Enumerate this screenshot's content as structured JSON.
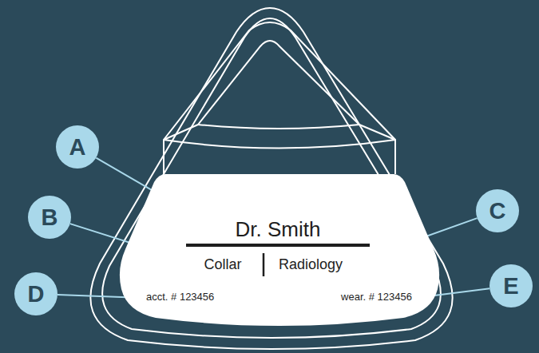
{
  "diagram": {
    "nodes": [
      {
        "text": [
          "Dr. Smith",
          "Collar",
          "Radiology",
          "acct. # 123456",
          "wear. # 123456"
        ]
      },
      {
        "text": [
          "A"
        ]
      },
      {
        "text": [
          "B"
        ]
      },
      {
        "text": [
          "C"
        ]
      },
      {
        "text": [
          "D"
        ]
      },
      {
        "text": [
          "E"
        ]
      }
    ],
    "edges": [
      {
        "from": 1,
        "to": 0,
        "arrow": "none"
      },
      {
        "from": 2,
        "to": 0,
        "arrow": "none"
      },
      {
        "from": 3,
        "to": 0,
        "arrow": "none"
      },
      {
        "from": 4,
        "to": 0,
        "arrow": "none"
      },
      {
        "from": 5,
        "to": 0,
        "arrow": "none"
      }
    ]
  }
}
